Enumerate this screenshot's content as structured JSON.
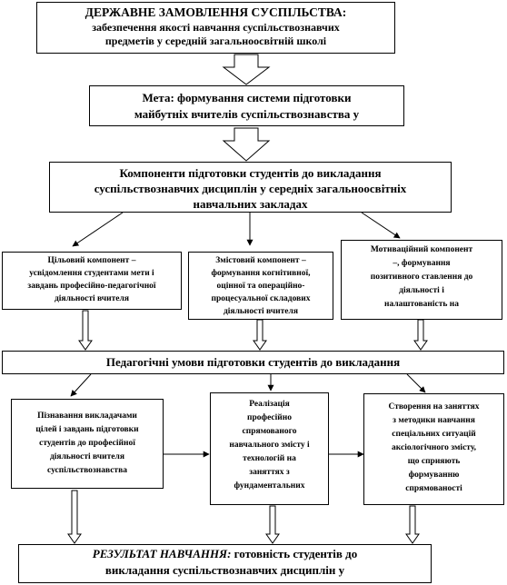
{
  "order": {
    "title": "ДЕРЖАВНЕ  ЗАМОВЛЕННЯ СУСПІЛЬСТВА:",
    "line1": "забезпечення якості навчання суспільствознавчих",
    "line2": "предметів у середній загальноосвітній школі"
  },
  "goal": {
    "line1": "Мета: формування  системи  підготовки",
    "line2": "майбутніх  вчителів  суспільствознавства  у"
  },
  "components": {
    "line1": "Компоненти  підготовки  студентів  до  викладання",
    "line2": "суспільствознавчих дисциплін у середніх загальноосвітніх",
    "line3": "навчальних закладах"
  },
  "component_boxes": [
    {
      "lines": [
        "Цільовий  компонент –",
        "усвідомлення  студентами мети і",
        "завдань  професійно-педагогічної",
        "діяльності  вчителя"
      ]
    },
    {
      "lines": [
        "Змістовий компонент –",
        "формування когнітивної,",
        "оцінної та операційно-",
        "процесуальної складових",
        "діяльності  вчителя"
      ]
    },
    {
      "lines": [
        "Мотиваційний компонент",
        "–, формування",
        "позитивного ставлення до",
        "діяльності  і",
        "налаштованість  на"
      ]
    }
  ],
  "conditions": {
    "label": "Педагогічні  умови  підготовки  студентів  до  викладання"
  },
  "condition_boxes": [
    {
      "lines": [
        "Пізнавання викладачами",
        "цілей і завдань  підготовки",
        "студентів  до професійної",
        "діяльності  вчителя",
        "суспільствознавства"
      ]
    },
    {
      "lines": [
        "Реалізація",
        "професійно",
        "спрямованого",
        "навчального  змісту і",
        "технологій  на",
        "заняттях  з",
        "фундаментальних"
      ]
    },
    {
      "lines": [
        "Створення на заняттях",
        "з методики навчання",
        "спеціальних  ситуацій",
        "аксіологічного змісту,",
        "що сприяють",
        "формуванню",
        "спрямованості"
      ]
    }
  ],
  "result": {
    "title": "РЕЗУЛЬТАТ  НАВЧАННЯ:",
    "title_rest": " готовність  студентів  до",
    "line2": "викладання  суспільствознавчих  дисциплін  у"
  }
}
